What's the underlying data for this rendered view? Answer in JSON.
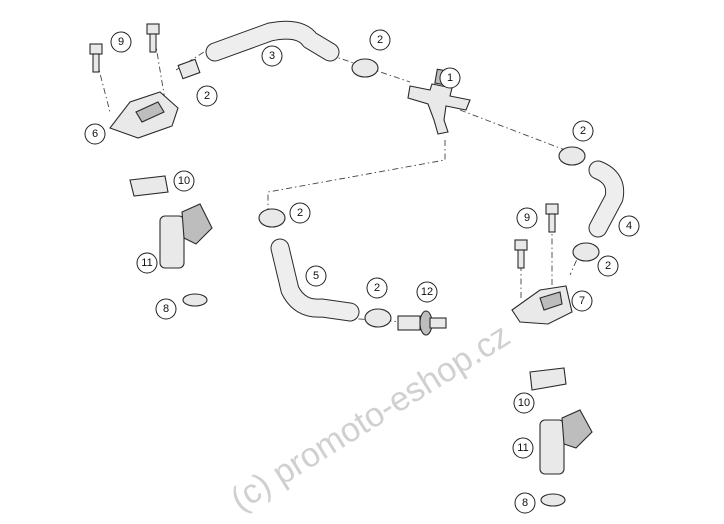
{
  "watermark": "(c) promoto-eshop.cz",
  "callouts": {
    "c1": "1",
    "c2a": "2",
    "c2b": "2",
    "c2c": "2",
    "c2d": "2",
    "c2e": "2",
    "c2f": "2",
    "c3": "3",
    "c4": "4",
    "c5": "5",
    "c6": "6",
    "c7": "7",
    "c8a": "8",
    "c8b": "8",
    "c9a": "9",
    "c9b": "9",
    "c10a": "10",
    "c10b": "10",
    "c11a": "11",
    "c11b": "11",
    "c12": "12"
  }
}
